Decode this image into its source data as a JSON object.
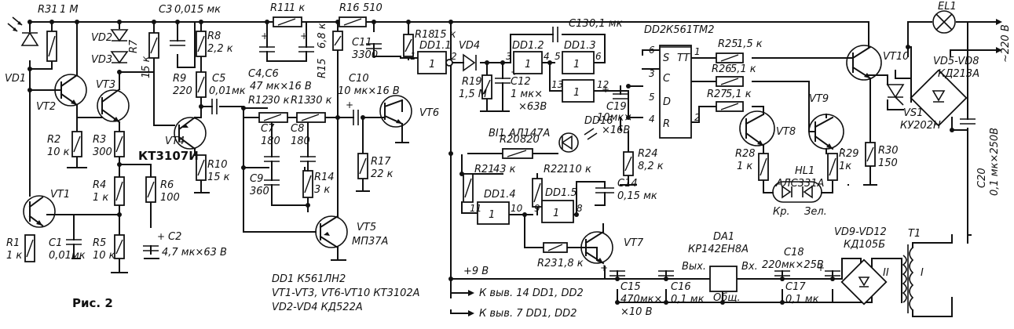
{
  "figure": {
    "caption": "Рис. 2"
  },
  "resistors": [
    {
      "ref": "R31",
      "value": "1 М"
    },
    {
      "ref": "R7",
      "value": "15 к"
    },
    {
      "ref": "R8",
      "value": "2,2 к"
    },
    {
      "ref": "R9",
      "value": "220"
    },
    {
      "ref": "R11",
      "value": "1 к"
    },
    {
      "ref": "R16",
      "value": "510"
    },
    {
      "ref": "R15",
      "value": "6,8 к"
    },
    {
      "ref": "R18",
      "value": "15 к"
    },
    {
      "ref": "R2",
      "value": "10 к"
    },
    {
      "ref": "R3",
      "value": "300"
    },
    {
      "ref": "R4",
      "value": "1 к"
    },
    {
      "ref": "R6",
      "value": "100"
    },
    {
      "ref": "R5",
      "value": "10 к"
    },
    {
      "ref": "R1",
      "value": "1 к"
    },
    {
      "ref": "R10",
      "value": "15 к"
    },
    {
      "ref": "R12",
      "value": "30 к"
    },
    {
      "ref": "R13",
      "value": "30 к"
    },
    {
      "ref": "R14",
      "value": "3 к"
    },
    {
      "ref": "R17",
      "value": "22 к"
    },
    {
      "ref": "R19",
      "value": "1,5 М"
    },
    {
      "ref": "R20",
      "value": "820"
    },
    {
      "ref": "R21",
      "value": "43 к"
    },
    {
      "ref": "R22",
      "value": "110 к"
    },
    {
      "ref": "R23",
      "value": "1,8 к"
    },
    {
      "ref": "R24",
      "value": "8,2 к"
    },
    {
      "ref": "R25",
      "value": "1,5 к"
    },
    {
      "ref": "R26",
      "value": "5,1 к"
    },
    {
      "ref": "R27",
      "value": "5,1 к"
    },
    {
      "ref": "R28",
      "value": "1 к"
    },
    {
      "ref": "R29",
      "value": "1к"
    },
    {
      "ref": "R30",
      "value": "150"
    }
  ],
  "capacitors": [
    {
      "ref": "C3",
      "value": "0,015 мк"
    },
    {
      "ref": "C4,C6",
      "value": "47 мк×16 В"
    },
    {
      "ref": "C11",
      "value": "3300"
    },
    {
      "ref": "C5",
      "value": "0,01мк"
    },
    {
      "ref": "C10",
      "value": "10 мк×16 В"
    },
    {
      "ref": "C7",
      "value": "180"
    },
    {
      "ref": "C8",
      "value": "180"
    },
    {
      "ref": "C9",
      "value": "360"
    },
    {
      "ref": "C1",
      "value": "0,01мк"
    },
    {
      "ref": "C2",
      "value": "4,7 мк×63 В"
    },
    {
      "ref": "C12",
      "value": "1 мк×"
    },
    {
      "ref": "C12b",
      "value": "×63В"
    },
    {
      "ref": "C13",
      "value": "0,1 мк"
    },
    {
      "ref": "C19",
      "value": "10мк×"
    },
    {
      "ref": "C19b",
      "value": "×16В"
    },
    {
      "ref": "C14",
      "value": "0,15 мк"
    },
    {
      "ref": "C15",
      "value": "470мк×"
    },
    {
      "ref": "C15b",
      "value": "×10 В"
    },
    {
      "ref": "C16",
      "value": "0,1 мк"
    },
    {
      "ref": "C17",
      "value": "0,1 мк"
    },
    {
      "ref": "C18",
      "value": "220мк×25В"
    },
    {
      "ref": "C20",
      "value": "0,1 мк×250В"
    }
  ],
  "semis": {
    "VD1": "VD1",
    "VD2": "VD2",
    "VD3": "VD3",
    "VD4": "VD4",
    "DD16": "DD16",
    "VT1": "VT1",
    "VT2": "VT2",
    "VT3": "VT3",
    "VT4": "VT4",
    "VT4type": "КТ3107И",
    "VT5": "VT5",
    "VT5type": "МП37А",
    "VT6": "VT6",
    "VT7": "VT7",
    "VT8": "VT8",
    "VT9": "VT9",
    "VT10": "VT10",
    "VS1": "VS1",
    "VS1type": "КУ202Н",
    "VD58": "VD5-VD8",
    "VD58type": "КД213А",
    "VD912": "VD9-VD12",
    "VD912type": "КД105Б",
    "DA1": "DA1",
    "DA1type": "КР142ЕН8А",
    "HL1": "HL1",
    "HL1type": "АЛС331А",
    "BI1": "BI1",
    "BI1type": "АЛ147А",
    "EL1": "EL1",
    "T1": "T1",
    "Kr": "Кр.",
    "Zel": "Зел."
  },
  "logic": {
    "DD11": "DD1.1",
    "DD12": "DD1.2",
    "DD13": "DD1.3",
    "DD14": "DD1.4",
    "DD15": "DD1.5",
    "DD2": "DD2",
    "DD2type": "К561ТМ2",
    "one": "1",
    "S": "S",
    "C": "C",
    "D": "D",
    "R": "R",
    "TT": "TT",
    "pins": [
      "1",
      "2",
      "3",
      "4",
      "5",
      "6",
      "12",
      "13",
      "6",
      "3",
      "5",
      "4",
      "1",
      "2",
      "11",
      "10",
      "9",
      "8"
    ]
  },
  "nets": {
    "vplus": "+9 В",
    "to14": "К выв. 14 DD1, DD2",
    "to7": "К выв. 7 DD1, DD2",
    "vout": "Вых.",
    "vin": "Вх.",
    "gnd": "Общ.",
    "mains": "~220 В",
    "w1": "I",
    "w2": "II"
  },
  "notes": {
    "dd1": "DD1  К561ЛН2",
    "vt": "VT1-VT3, VT6-VT10  КТ3102А",
    "vd": "VD2-VD4  КД522А"
  }
}
